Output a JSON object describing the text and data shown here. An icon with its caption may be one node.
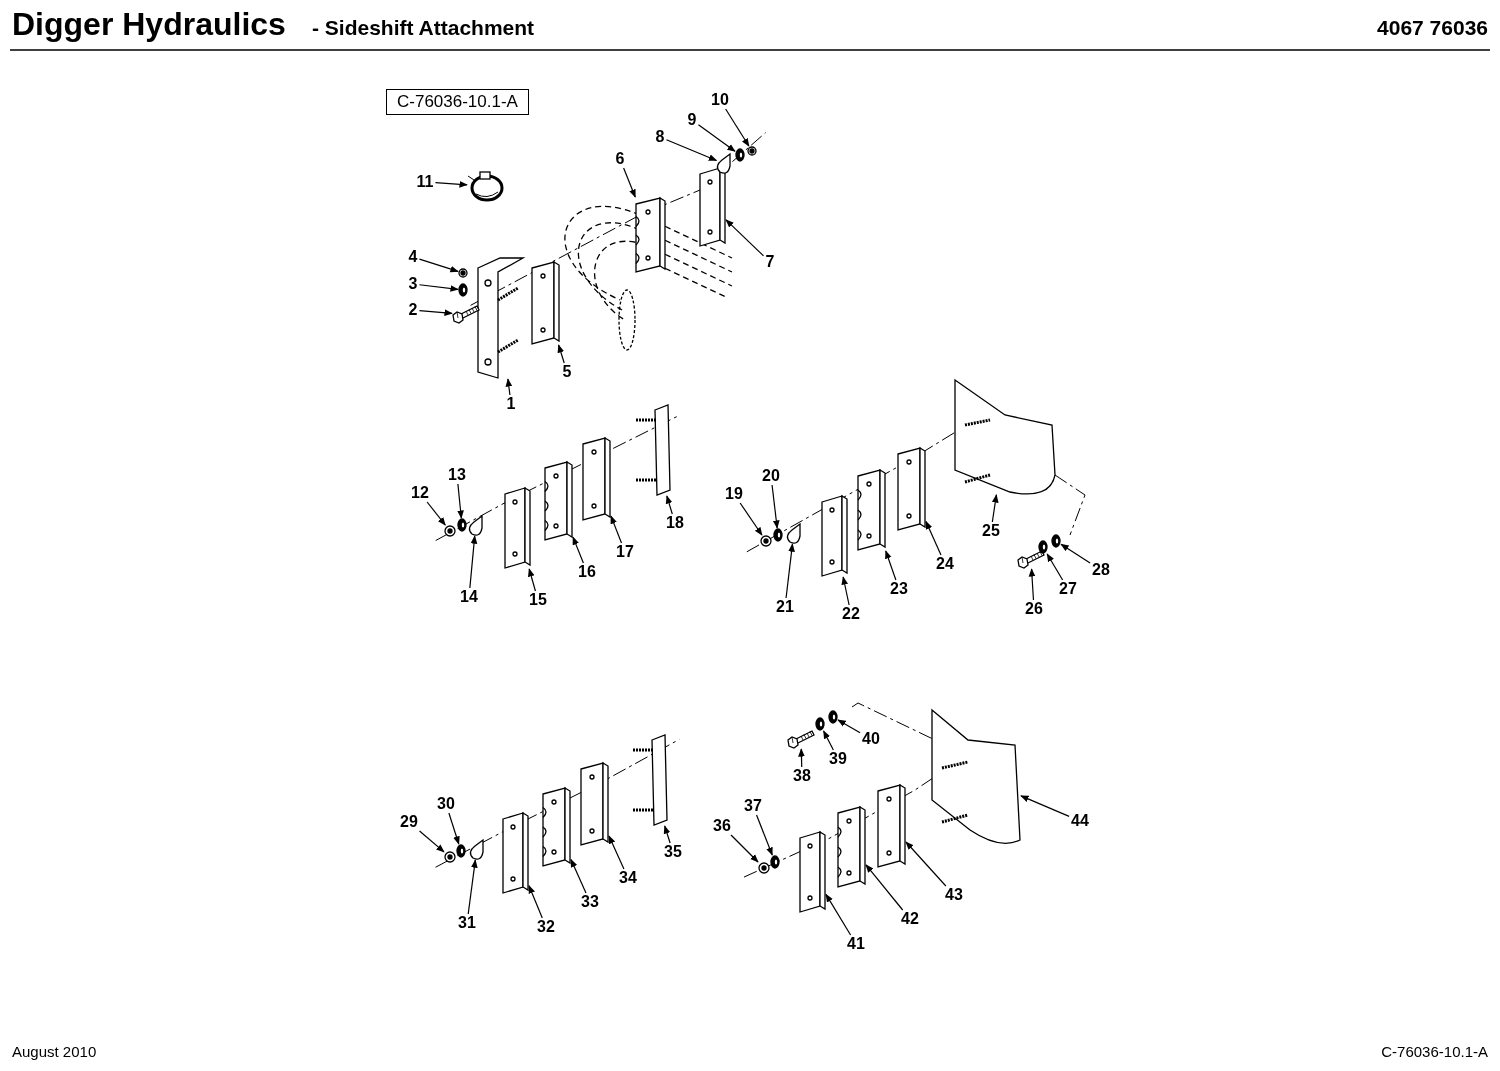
{
  "diagram": {
    "title": "Digger Hydraulics",
    "nodes": [
      {
        "text": [
          "1"
        ]
      },
      {
        "text": [
          "2"
        ]
      },
      {
        "text": [
          "3"
        ]
      },
      {
        "text": [
          "4"
        ]
      },
      {
        "text": [
          "5"
        ]
      },
      {
        "text": [
          "6"
        ]
      },
      {
        "text": [
          "7"
        ]
      },
      {
        "text": [
          "8"
        ]
      },
      {
        "text": [
          "9"
        ]
      },
      {
        "text": [
          "10"
        ]
      },
      {
        "text": [
          "11"
        ]
      },
      {
        "text": [
          "12"
        ]
      },
      {
        "text": [
          "13"
        ]
      },
      {
        "text": [
          "14"
        ]
      },
      {
        "text": [
          "15"
        ]
      },
      {
        "text": [
          "16"
        ]
      },
      {
        "text": [
          "17"
        ]
      },
      {
        "text": [
          "18"
        ]
      },
      {
        "text": [
          "19"
        ]
      },
      {
        "text": [
          "20"
        ]
      },
      {
        "text": [
          "21"
        ]
      },
      {
        "text": [
          "22"
        ]
      },
      {
        "text": [
          "23"
        ]
      },
      {
        "text": [
          "24"
        ]
      },
      {
        "text": [
          "25"
        ]
      },
      {
        "text": [
          "26"
        ]
      },
      {
        "text": [
          "27"
        ]
      },
      {
        "text": [
          "28"
        ]
      },
      {
        "text": [
          "29"
        ]
      },
      {
        "text": [
          "30"
        ]
      },
      {
        "text": [
          "31"
        ]
      },
      {
        "text": [
          "32"
        ]
      },
      {
        "text": [
          "33"
        ]
      },
      {
        "text": [
          "34"
        ]
      },
      {
        "text": [
          "35"
        ]
      },
      {
        "text": [
          "36"
        ]
      },
      {
        "text": [
          "37"
        ]
      },
      {
        "text": [
          "38"
        ]
      },
      {
        "text": [
          "39"
        ]
      },
      {
        "text": [
          "40"
        ]
      },
      {
        "text": [
          "41"
        ]
      },
      {
        "text": [
          "42"
        ]
      },
      {
        "text": [
          "43"
        ]
      },
      {
        "text": [
          "44"
        ]
      },
      {
        "text": [],
        "shape": "picture"
      },
      {
        "text": [],
        "shape": "picture"
      },
      {
        "text": [],
        "shape": "picture"
      },
      {
        "text": [],
        "shape": "picture"
      },
      {
        "text": [],
        "shape": "picture"
      },
      {
        "text": [],
        "shape": "picture"
      },
      {
        "text": [],
        "shape": "picture"
      },
      {
        "text": [],
        "shape": "picture"
      },
      {
        "text": [],
        "shape": "picture"
      },
      {
        "text": [],
        "shape": "picture"
      },
      {
        "text": [],
        "shape": "picture"
      },
      {
        "text": [],
        "shape": "picture"
      },
      {
        "text": [],
        "shape": "picture"
      },
      {
        "text": [],
        "shape": "picture"
      },
      {
        "text": [],
        "shape": "picture"
      },
      {
        "text": [],
        "shape": "picture"
      },
      {
        "text": [],
        "shape": "picture"
      },
      {
        "text": [],
        "shape": "picture"
      },
      {
        "text": [],
        "shape": "picture"
      },
      {
        "text": [],
        "shape": "picture"
      },
      {
        "text": [],
        "shape": "picture"
      },
      {
        "text": [],
        "shape": "picture"
      },
      {
        "text": [],
        "shape": "picture"
      },
      {
        "text": [],
        "shape": "picture"
      },
      {
        "text": [],
        "shape": "picture"
      },
      {
        "text": [],
        "shape": "picture"
      },
      {
        "text": [],
        "shape": "picture"
      },
      {
        "text": [],
        "shape": "picture"
      },
      {
        "text": [],
        "shape": "picture"
      },
      {
        "text": [],
        "shape": "picture"
      },
      {
        "text": [],
        "shape": "picture"
      },
      {
        "text": [],
        "shape": "picture"
      },
      {
        "text": [],
        "shape": "picture"
      },
      {
        "text": [],
        "shape": "picture"
      },
      {
        "text": [],
        "shape": "picture"
      },
      {
        "text": [],
        "shape": "picture"
      },
      {
        "text": [],
        "shape": "picture"
      },
      {
        "text": [],
        "shape": "picture"
      },
      {
        "text": [],
        "shape": "picture"
      },
      {
        "text": [],
        "shape": "picture"
      },
      {
        "text": [],
        "shape": "picture"
      },
      {
        "text": [],
        "shape": "picture"
      },
      {
        "text": [],
        "shape": "picture"
      },
      {
        "text": [],
        "shape": "picture"
      }
    ],
    "edges": [
      {
        "from": 0,
        "to": 44,
        "arrow": "to"
      },
      {
        "from": 1,
        "to": 45,
        "arrow": "to"
      },
      {
        "from": 2,
        "to": 46,
        "arrow": "to"
      },
      {
        "from": 3,
        "to": 47,
        "arrow": "to"
      },
      {
        "from": 4,
        "to": 48,
        "arrow": "to"
      },
      {
        "from": 5,
        "to": 49,
        "arrow": "to"
      },
      {
        "from": 6,
        "to": 50,
        "arrow": "to"
      },
      {
        "from": 7,
        "to": 51,
        "arrow": "to"
      },
      {
        "from": 8,
        "to": 52,
        "arrow": "to"
      },
      {
        "from": 9,
        "to": 53,
        "arrow": "to"
      },
      {
        "from": 10,
        "to": 54,
        "arrow": "to"
      },
      {
        "from": 11,
        "to": 55,
        "arrow": "to"
      },
      {
        "from": 12,
        "to": 56,
        "arrow": "to"
      },
      {
        "from": 13,
        "to": 57,
        "arrow": "to"
      },
      {
        "from": 14,
        "to": 58,
        "arrow": "to"
      },
      {
        "from": 15,
        "to": 59,
        "arrow": "to"
      },
      {
        "from": 16,
        "to": 60,
        "arrow": "to"
      },
      {
        "from": 17,
        "to": 61,
        "arrow": "to"
      },
      {
        "from": 18,
        "to": 62,
        "arrow": "to"
      },
      {
        "from": 19,
        "to": 63,
        "arrow": "to"
      },
      {
        "from": 20,
        "to": 64,
        "arrow": "to"
      },
      {
        "from": 21,
        "to": 65,
        "arrow": "to"
      },
      {
        "from": 22,
        "to": 66,
        "arrow": "to"
      },
      {
        "from": 23,
        "to": 67,
        "arrow": "to"
      },
      {
        "from": 24,
        "to": 68,
        "arrow": "to"
      },
      {
        "from": 25,
        "to": 69,
        "arrow": "to"
      },
      {
        "from": 26,
        "to": 70,
        "arrow": "to"
      },
      {
        "from": 27,
        "to": 71,
        "arrow": "to"
      },
      {
        "from": 28,
        "to": 72,
        "arrow": "to"
      },
      {
        "from": 29,
        "to": 73,
        "arrow": "to"
      },
      {
        "from": 30,
        "to": 74,
        "arrow": "to"
      },
      {
        "from": 31,
        "to": 75,
        "arrow": "to"
      },
      {
        "from": 32,
        "to": 76,
        "arrow": "to"
      },
      {
        "from": 33,
        "to": 77,
        "arrow": "to"
      },
      {
        "from": 34,
        "to": 78,
        "arrow": "to"
      },
      {
        "from": 35,
        "to": 79,
        "arrow": "to"
      },
      {
        "from": 36,
        "to": 80,
        "arrow": "to"
      },
      {
        "from": 37,
        "to": 81,
        "arrow": "to"
      },
      {
        "from": 38,
        "to": 82,
        "arrow": "to"
      },
      {
        "from": 39,
        "to": 83,
        "arrow": "to"
      },
      {
        "from": 40,
        "to": 84,
        "arrow": "to"
      },
      {
        "from": 41,
        "to": 85,
        "arrow": "to"
      },
      {
        "from": 42,
        "to": 86,
        "arrow": "to"
      },
      {
        "from": 43,
        "to": 87,
        "arrow": "to"
      }
    ],
    "labels": [
      "- Sideshift Attachment",
      "4067 76036",
      "C-76036-10.1-A",
      "August 2010",
      "C-76036-10.1-A"
    ]
  }
}
